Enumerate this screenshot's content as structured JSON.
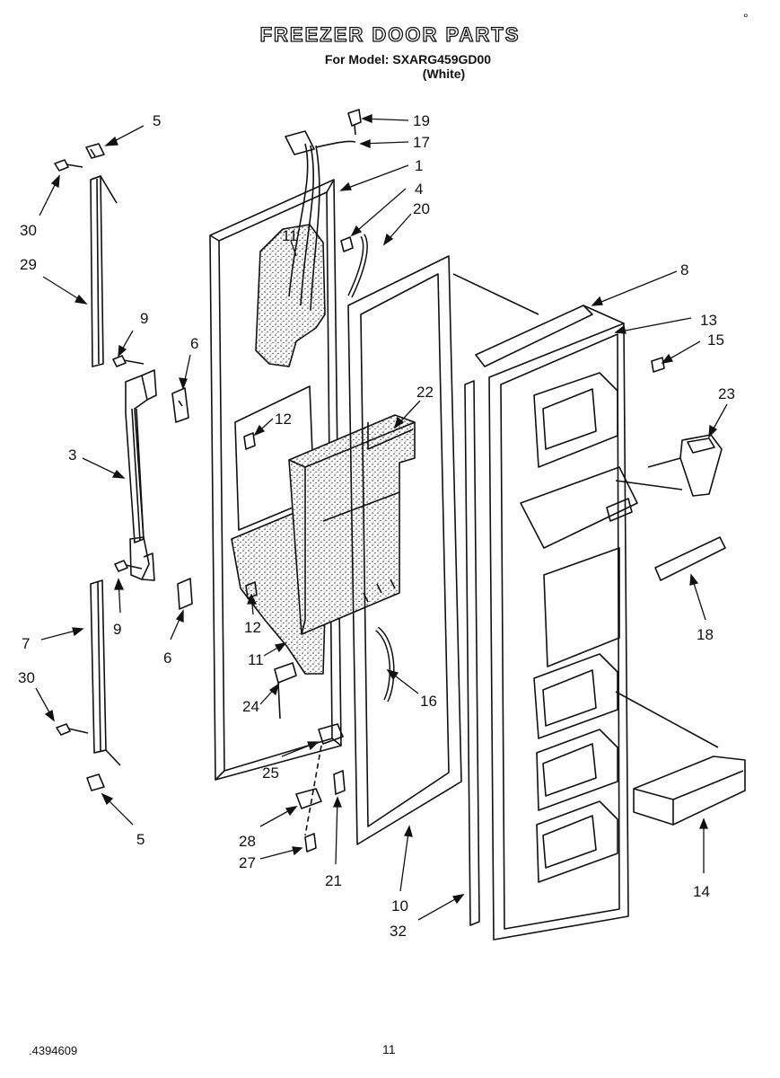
{
  "header": {
    "title": "FREEZER DOOR PARTS",
    "model_line": "For Model: SXARG459GD00",
    "color_line": "(White)",
    "corner_mark": "°"
  },
  "footer": {
    "doc_number": ".4394609",
    "page_number": "11"
  },
  "callouts": [
    {
      "id": "5a",
      "label": "5"
    },
    {
      "id": "30a",
      "label": "30"
    },
    {
      "id": "29",
      "label": "29"
    },
    {
      "id": "9a",
      "label": "9"
    },
    {
      "id": "6a",
      "label": "6"
    },
    {
      "id": "3",
      "label": "3"
    },
    {
      "id": "9b",
      "label": "9"
    },
    {
      "id": "6b",
      "label": "6"
    },
    {
      "id": "7",
      "label": "7"
    },
    {
      "id": "30b",
      "label": "30"
    },
    {
      "id": "5b",
      "label": "5"
    },
    {
      "id": "19",
      "label": "19"
    },
    {
      "id": "17",
      "label": "17"
    },
    {
      "id": "1",
      "label": "1"
    },
    {
      "id": "4",
      "label": "4"
    },
    {
      "id": "20",
      "label": "20"
    },
    {
      "id": "11a",
      "label": "11"
    },
    {
      "id": "12a",
      "label": "12"
    },
    {
      "id": "22",
      "label": "22"
    },
    {
      "id": "12b",
      "label": "12"
    },
    {
      "id": "11b",
      "label": "11"
    },
    {
      "id": "24",
      "label": "24"
    },
    {
      "id": "25",
      "label": "25"
    },
    {
      "id": "28",
      "label": "28"
    },
    {
      "id": "27",
      "label": "27"
    },
    {
      "id": "21",
      "label": "21"
    },
    {
      "id": "16",
      "label": "16"
    },
    {
      "id": "10",
      "label": "10"
    },
    {
      "id": "32",
      "label": "32"
    },
    {
      "id": "8",
      "label": "8"
    },
    {
      "id": "13",
      "label": "13"
    },
    {
      "id": "15",
      "label": "15"
    },
    {
      "id": "23",
      "label": "23"
    },
    {
      "id": "18",
      "label": "18"
    },
    {
      "id": "14",
      "label": "14"
    }
  ]
}
